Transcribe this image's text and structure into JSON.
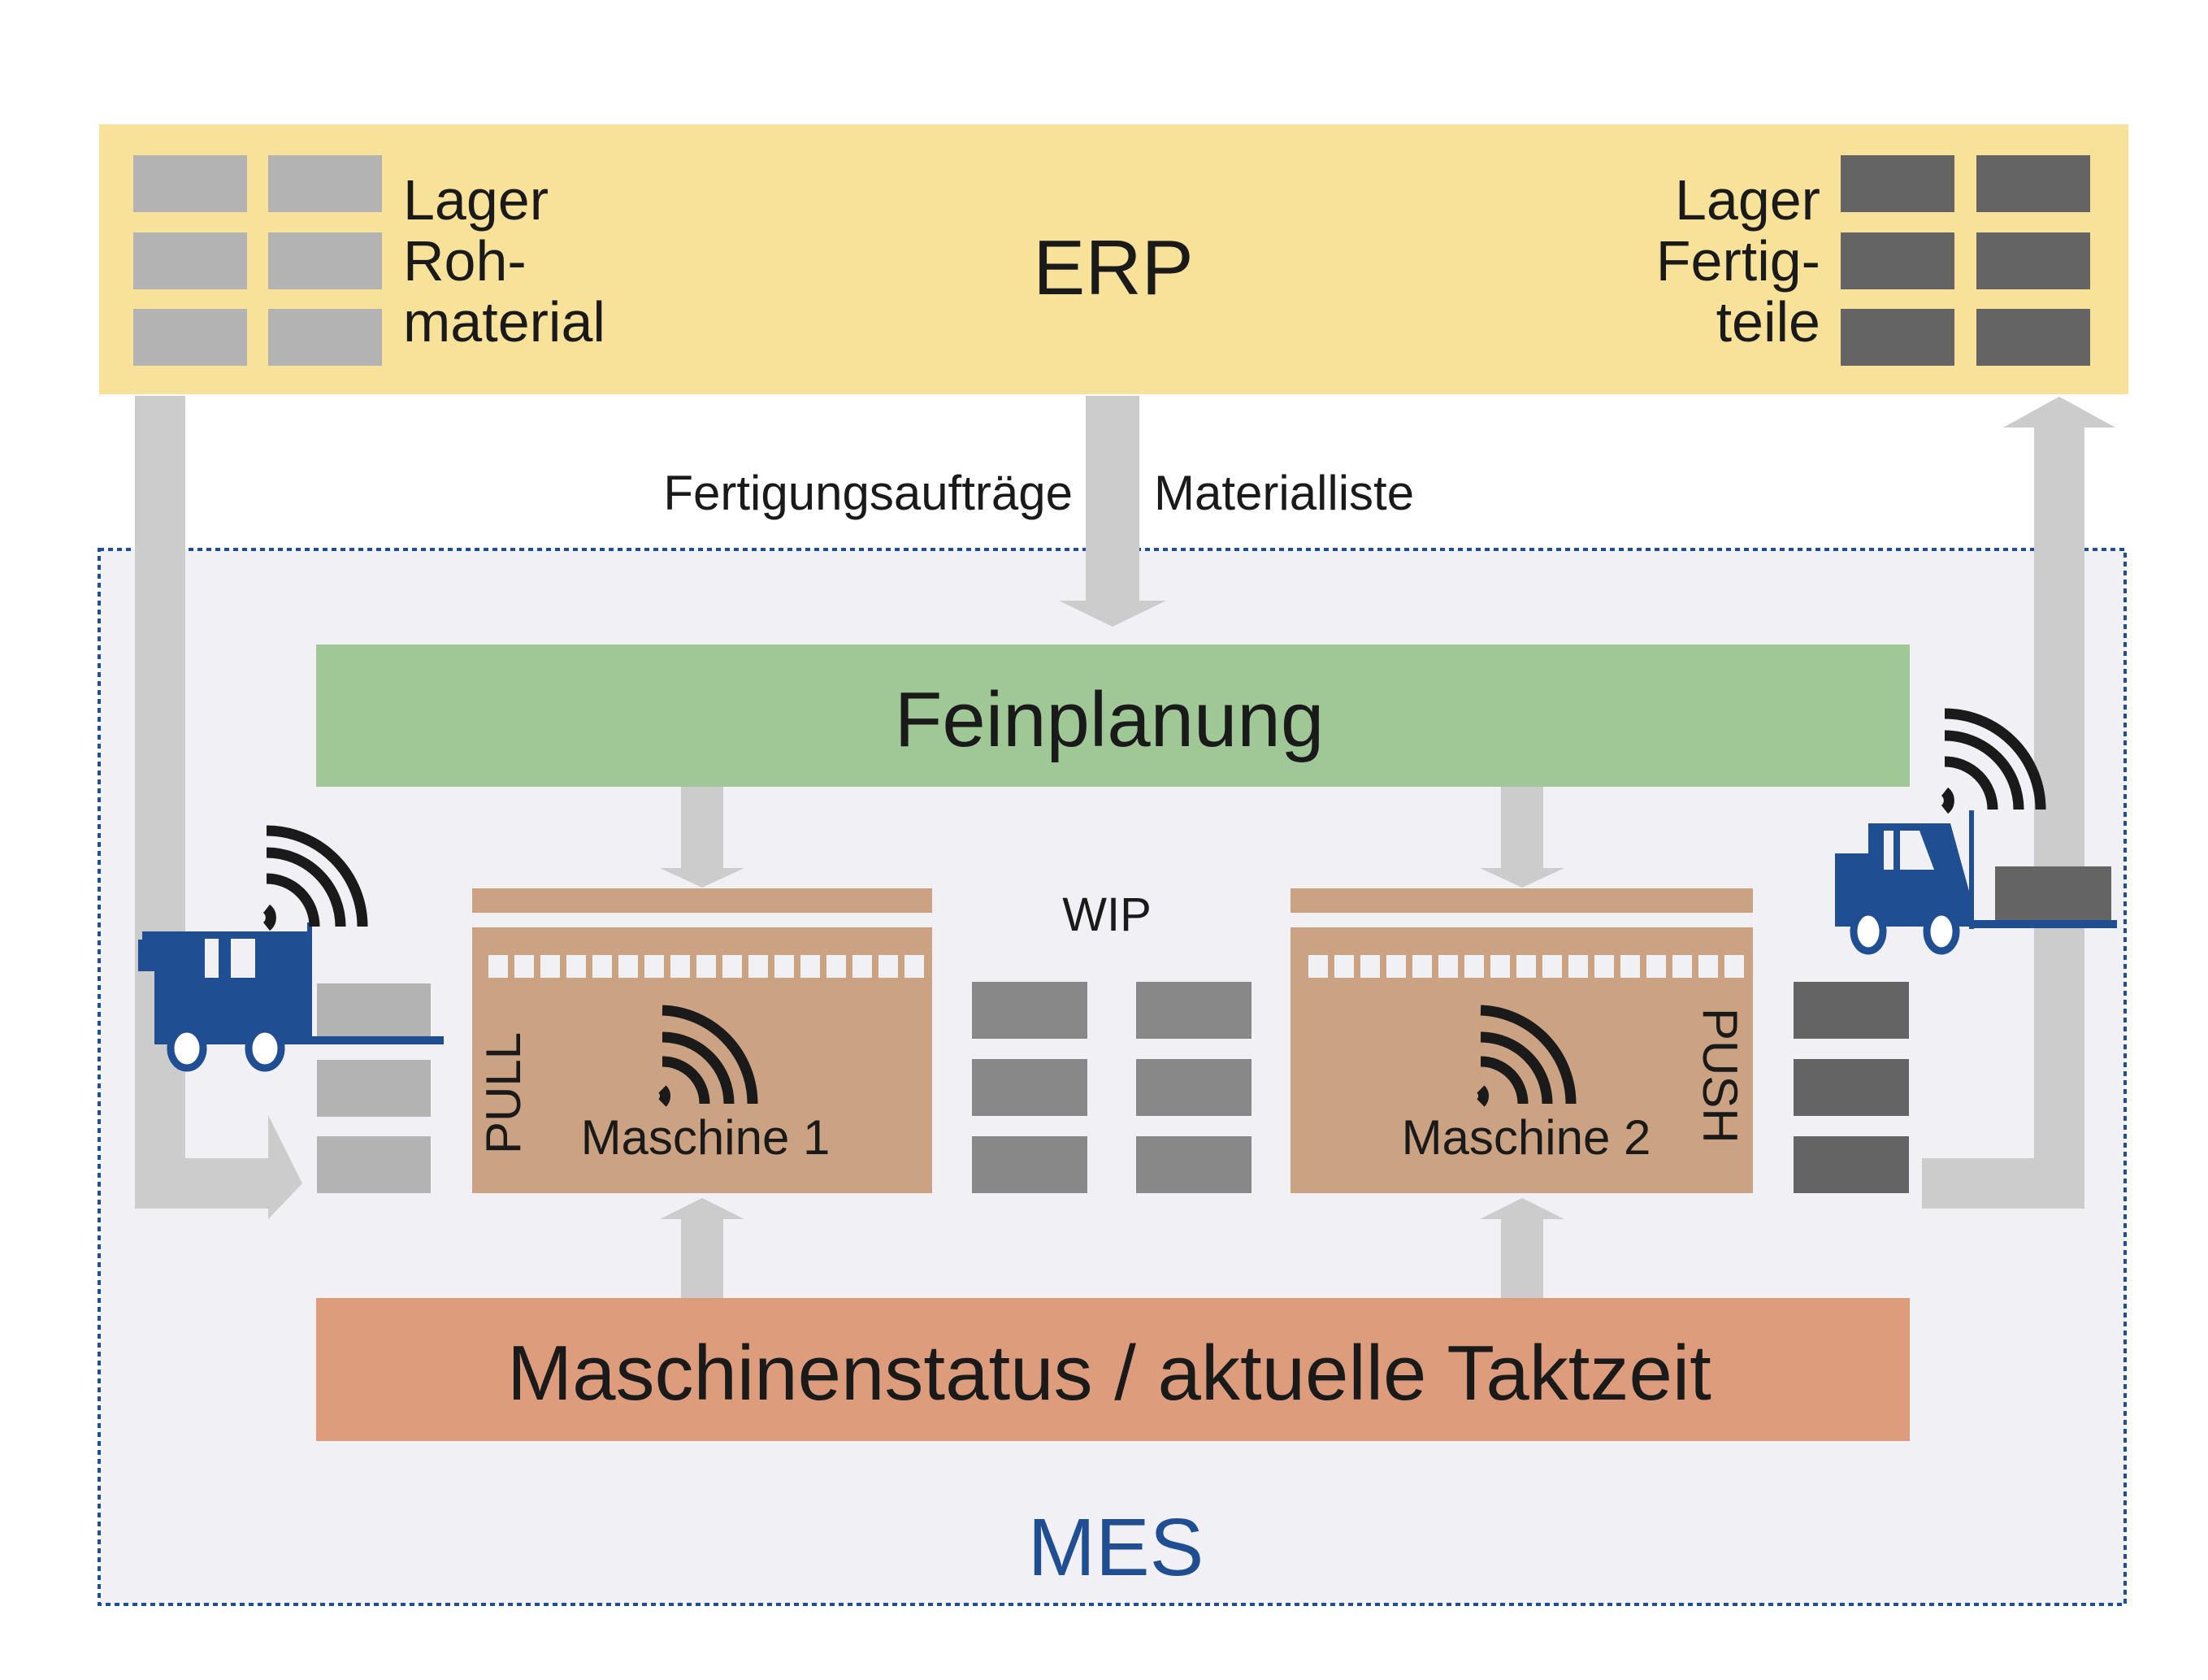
{
  "erp": {
    "title": "ERP",
    "raw_store": [
      "Lager",
      "Roh-",
      "material"
    ],
    "finished_store": [
      "Lager",
      "Fertig-",
      "teile"
    ]
  },
  "flows": {
    "orders_label": "Fertigungsaufträge",
    "materials_label": "Materialliste"
  },
  "planning": {
    "title": "Feinplanung"
  },
  "wip_label": "WIP",
  "machines": [
    {
      "name": "Maschine 1",
      "mode": "PULL"
    },
    {
      "name": "Maschine 2",
      "mode": "PUSH"
    }
  ],
  "status_bar": {
    "title": "Maschinenstatus / aktuelle Taktzeit"
  },
  "mes": {
    "title": "MES"
  },
  "colors": {
    "erp_bg": "#f8e29a",
    "mes_bg": "#f0f0f5",
    "mes_border": "#1f4e93",
    "planning_bg": "#a0c896",
    "machine_bg": "#cba382",
    "status_bg": "#dd9d7d",
    "arrow": "#cccccc",
    "forklift": "#1f4e93",
    "raw_block": "#b3b3b3",
    "wip_block": "#888888",
    "finished_block": "#646464"
  }
}
